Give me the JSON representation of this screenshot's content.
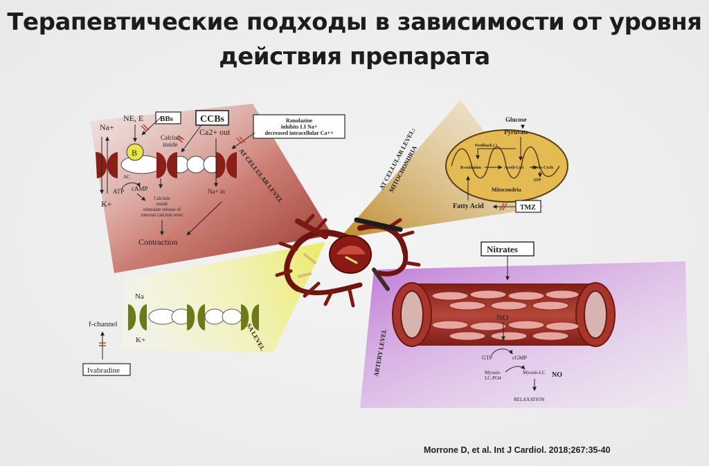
{
  "title": {
    "line1": "Терапевтические подходы в зависимости от уровня",
    "line2": "действия препарата"
  },
  "cellular_level": {
    "label": "AT CELLULAR LEVEL",
    "na_plus": "Na+",
    "ne_e": "NE, E",
    "bbs": "BBs",
    "ccbs": "CCBs",
    "ca_out": "Ca2+ out",
    "ranolazine": [
      "Ranolazine",
      "inhibits LI Na+",
      "decreased intracellular Ca++"
    ],
    "b_receptor": "B",
    "calcium_inside": [
      "Calcium",
      "inside"
    ],
    "ac": "AC",
    "atp": "ATP",
    "camp": "cAMP",
    "k_plus": "K+",
    "na_in": "Na+ in",
    "calcium_release": [
      "Calcium",
      "inside",
      "stimulate release of",
      "internal calcium store"
    ],
    "contraction": "Contraction"
  },
  "mitochondria_level": {
    "label": [
      "AT CELLULAR LEVEL:",
      "MITOCHONDRIA"
    ],
    "glucose": "Glucose",
    "pyruvate": "Pyruvate",
    "feedback": "Feedback (-)",
    "b_oxidation": "B-oxidation",
    "acetil_coa": "Acetil-CoA",
    "krebs": "Krebs Cycle",
    "atp": "ATP",
    "mitocondria": "Mitocondria",
    "fatty_acid": "Fatty Acid",
    "tmz": "TMZ"
  },
  "sa_level": {
    "label": "SA LEVEL",
    "na": "Na",
    "f_channel": "f-channel",
    "k_plus": "K+",
    "ivabradine": "Ivabradine"
  },
  "artery_level": {
    "label": "ARTERY LEVEL",
    "nitrates": "Nitrates",
    "no": "NO",
    "gtp": "GTP",
    "cgmp": "cGMP",
    "myosin_lc_po4": [
      "Myosin-",
      "LC-PO4"
    ],
    "myosin_lc": "Myosin-LC",
    "no2": "NO",
    "relaxation": "RELAXATION"
  },
  "citation": "Morrone D, et al. Int J Cardiol. 2018;267:35-40",
  "colors": {
    "cellular_beam": "#a03a2c",
    "mito_beam": "#c8962a",
    "sa_beam": "#f2f07a",
    "artery_beam": "#c07ad8",
    "heart": "#8b1a14",
    "mito_fill": "#e3bb52",
    "channel_red": "#8a1f18",
    "channel_green": "#6c7a1c",
    "vessel": "#9a2a22"
  }
}
